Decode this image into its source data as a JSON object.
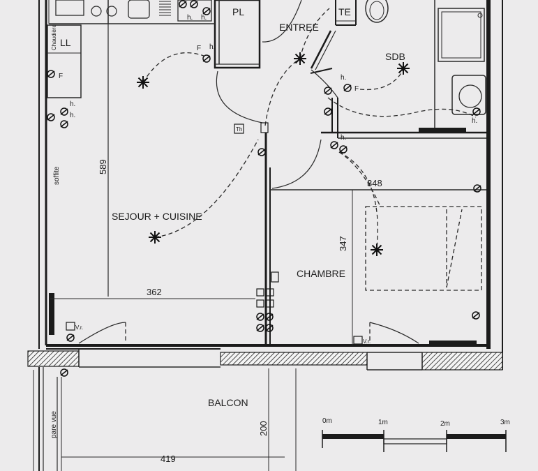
{
  "rooms": {
    "pl": "PL",
    "entree": "ENTREE",
    "te": "TE",
    "sdb": "SDB",
    "ll": "LL",
    "sejour": "SEJOUR + CUISINE",
    "chambre": "CHAMBRE",
    "balcon": "BALCON"
  },
  "labels": {
    "soffite": "soffite",
    "pare_vue": "pare vue",
    "chaudiere": "Chaudière",
    "th": "Th",
    "vr_left": "V.r.",
    "vr_right": "V.r."
  },
  "outlet_marks": {
    "h": "h.",
    "f": "F"
  },
  "dimensions": {
    "sejour_height": "589",
    "sejour_width": "362",
    "chambre_width": "348",
    "chambre_height": "347",
    "balcon_width": "419",
    "balcon_depth": "200"
  },
  "scale": {
    "ticks": [
      "0m",
      "1m",
      "2m",
      "3m"
    ]
  },
  "colors": {
    "paper": "#ecebec",
    "ink": "#1b1b1b"
  }
}
